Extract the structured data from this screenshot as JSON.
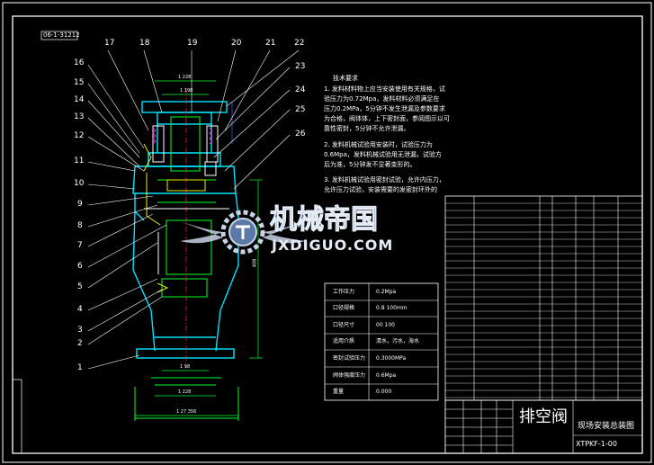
{
  "drawing_number_corner": "06-1-31212",
  "part_numbers_top": [
    "17",
    "18",
    "19",
    "20",
    "21",
    "22"
  ],
  "part_numbers_right": [
    "23",
    "24",
    "25",
    "26"
  ],
  "part_numbers_left": [
    "16",
    "15",
    "14",
    "13",
    "12",
    "11",
    "10",
    "9",
    "8",
    "7",
    "6",
    "5",
    "4",
    "3",
    "2",
    "1"
  ],
  "dimensions": {
    "top_outer": "1 228",
    "top_inner": "1 198",
    "bottom_inner": "1 98",
    "bottom_outer": "1 228",
    "overall_width": "1 27 356",
    "height": "408"
  },
  "notes": {
    "title": "技术要求",
    "lines": [
      "1. 发料材料物上应当安装使用有关规格，试",
      "   验压力为0.72Mpa，发料材料必须满足在",
      "   压力0.2MPa，5分钟不发生泄漏及参数要求",
      "   为合格，阀体体，上下密封面，参阅图示以可",
      "   靠性密封，5分钟不允许泄漏。",
      "2. 发料机械试验用安装时，试验压力为",
      "   0.6Mpa，发料机械试验用无泄漏，试验方",
      "   后为准，5分钟发不显著变形的。",
      "3. 发料机械试验用密封试验，允许内压力，",
      "   允许压力试验，安装需要的发密封环外的"
    ]
  },
  "spec_table": [
    {
      "label": "工作压力",
      "value": "0.2Mpa"
    },
    {
      "label": "口径规格",
      "value": "0.8  100mm"
    },
    {
      "label": "口径尺寸",
      "value": "00 100"
    },
    {
      "label": "适用介质",
      "value": "清水，污水，海水"
    },
    {
      "label": "密封试验压力",
      "value": "0.3000MPa"
    },
    {
      "label": "阀体强度压力",
      "value": "0.6Mpa"
    },
    {
      "label": "重量",
      "value": "0.000"
    }
  ],
  "title_block": {
    "name": "排空阀",
    "drawing_title": "现场安装总装图",
    "drawing_number": "XTPKF-1-00"
  },
  "watermark": {
    "cn": "机械帝国",
    "en": "JXDIGUO.COM"
  },
  "colors": {
    "cyan": "#00e5ff",
    "green": "#00ff2a",
    "yellow": "#f0f000",
    "white": "#ffffff",
    "magenta": "#ff2bd6",
    "blue": "#3e6fff"
  }
}
